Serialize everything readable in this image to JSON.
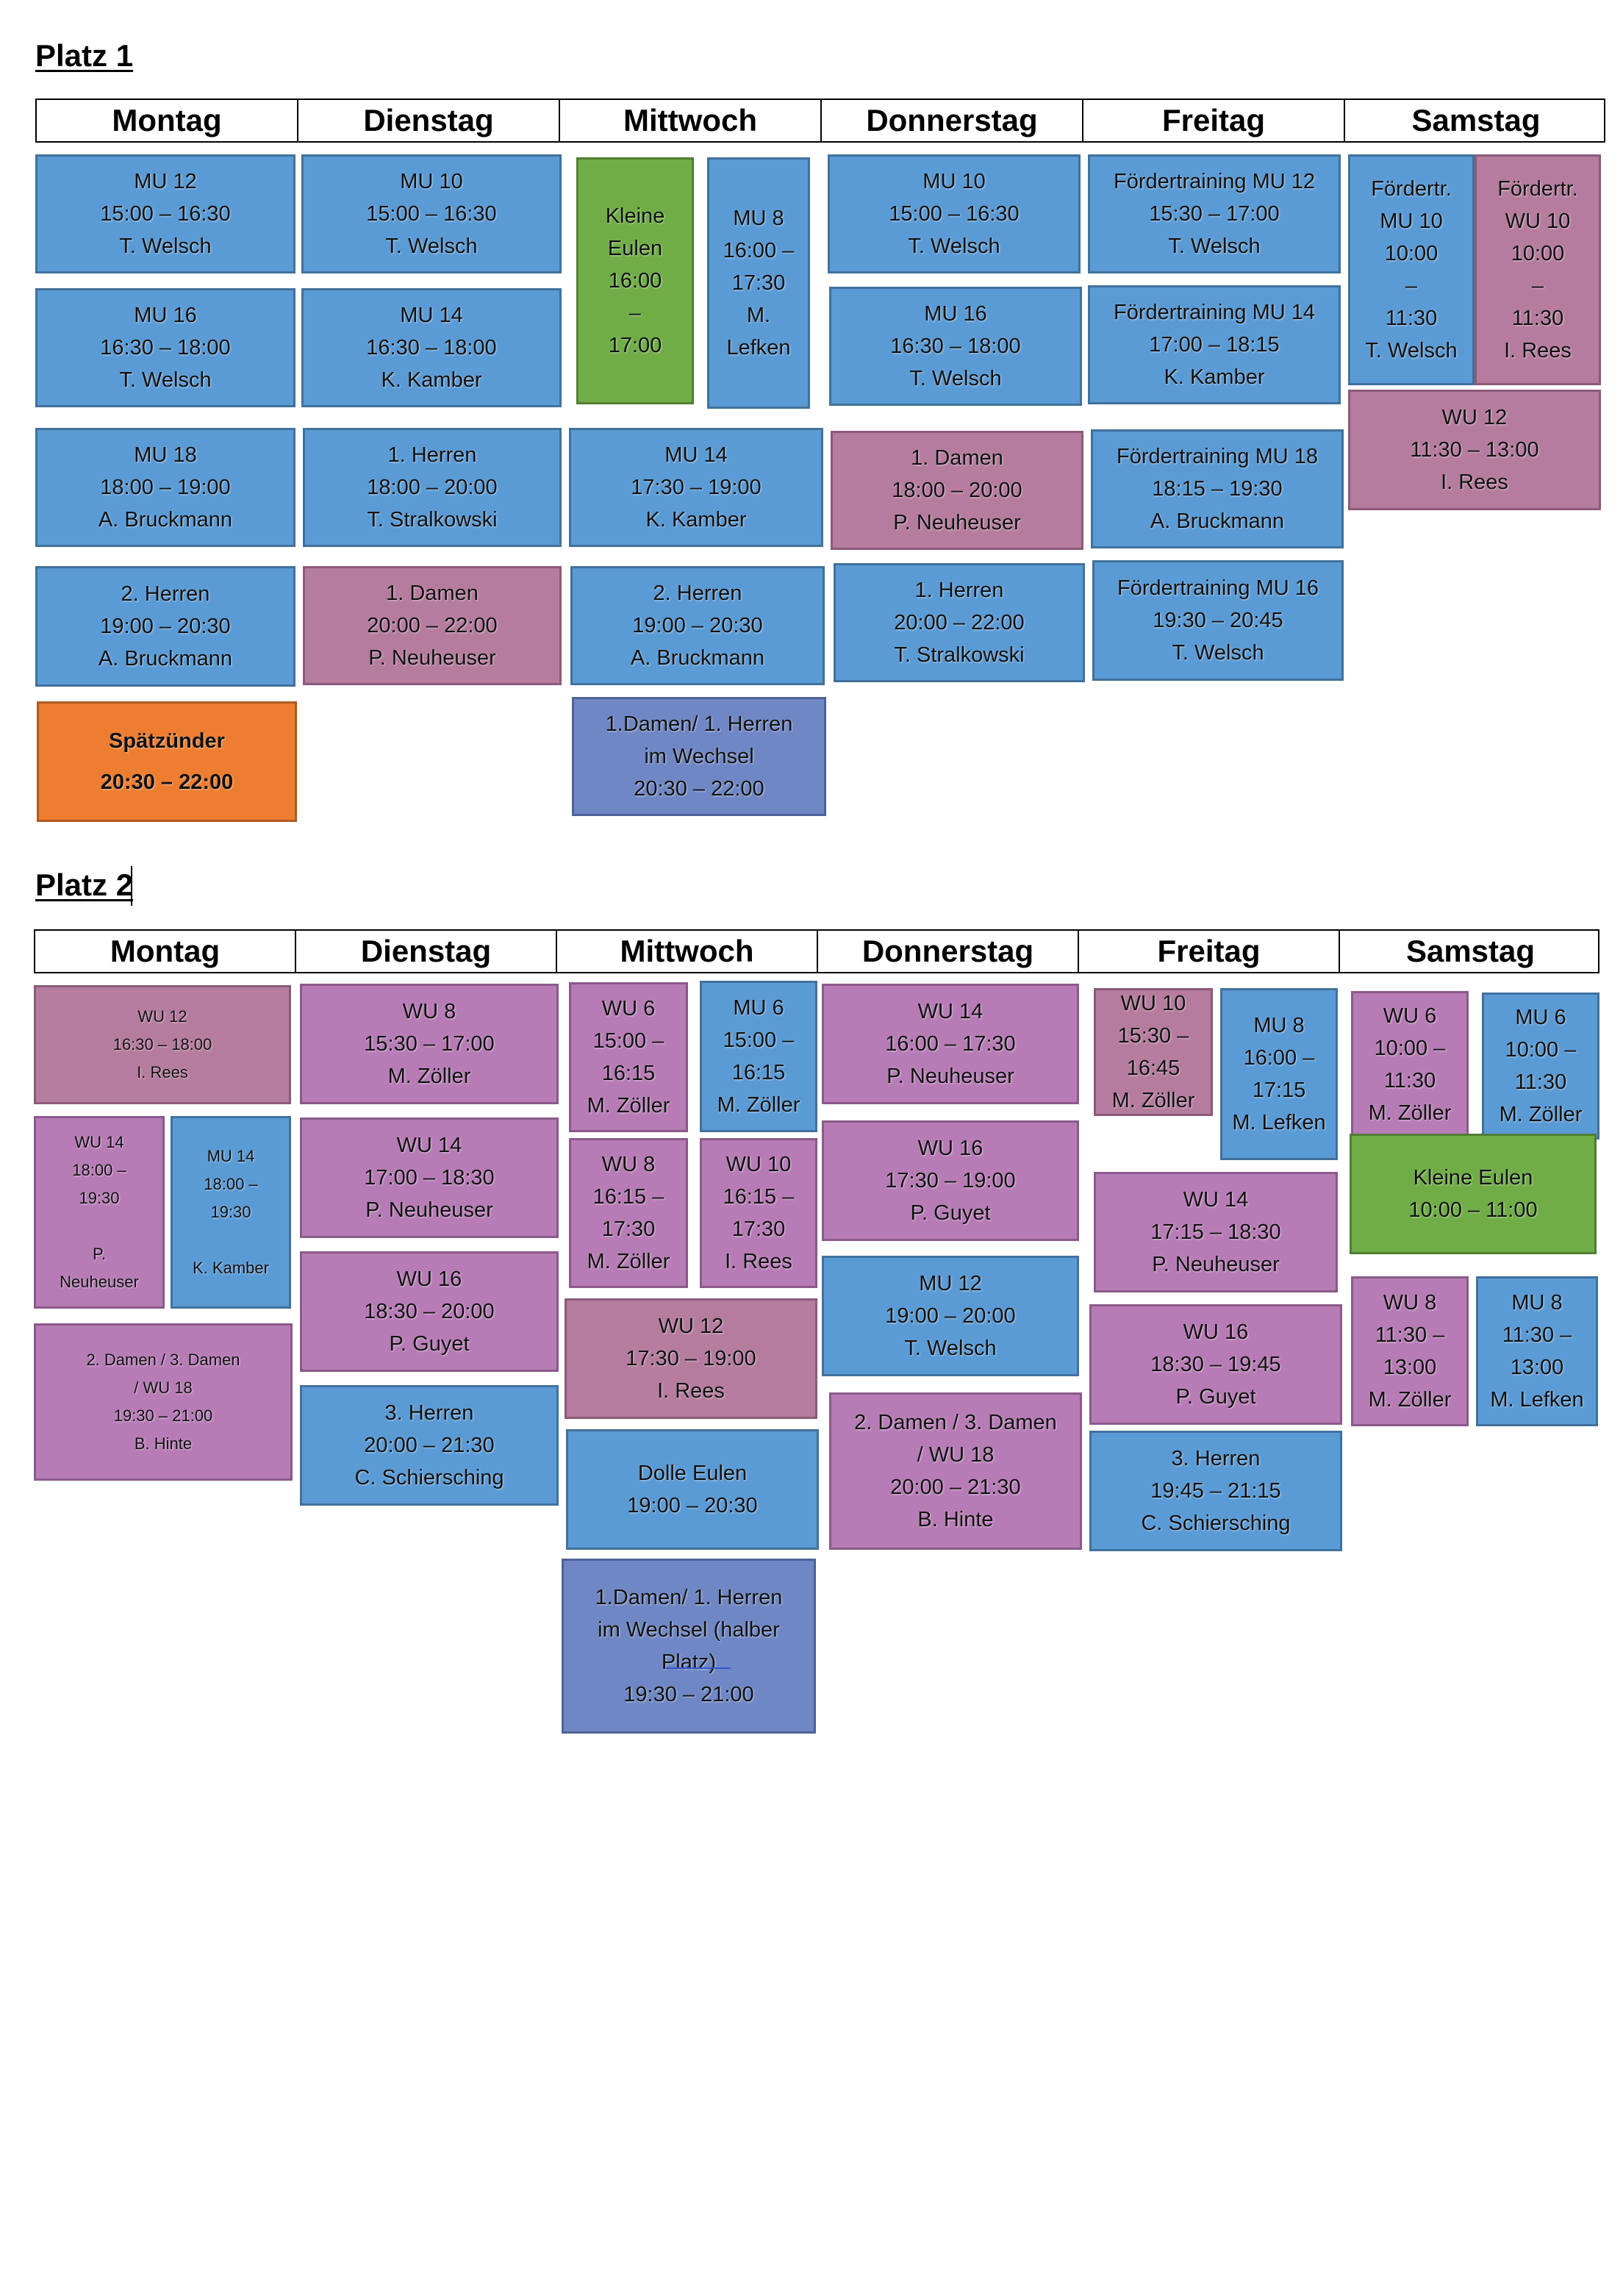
{
  "days": [
    "Montag",
    "Dienstag",
    "Mittwoch",
    "Donnerstag",
    "Freitag",
    "Samstag"
  ],
  "platz1": {
    "title": "Platz 1",
    "blocks": {
      "mo1": [
        "MU 12",
        "15:00 – 16:30",
        "T. Welsch"
      ],
      "mo2": [
        "MU 16",
        "16:30 – 18:00",
        "T. Welsch"
      ],
      "mo3": [
        "MU 18",
        "18:00 – 19:00",
        "A. Bruckmann"
      ],
      "mo4": [
        "2. Herren",
        "19:00 – 20:30",
        "A. Bruckmann"
      ],
      "mo5": [
        "Spätzünder",
        "20:30 – 22:00"
      ],
      "di1": [
        "MU 10",
        "15:00 – 16:30",
        "T. Welsch"
      ],
      "di2": [
        "MU 14",
        "16:30 – 18:00",
        "K. Kamber"
      ],
      "di3": [
        "1. Herren",
        "18:00 – 20:00",
        "T. Stralkowski"
      ],
      "di4": [
        "1. Damen",
        "20:00 – 22:00",
        "P. Neuheuser"
      ],
      "mi1": [
        "Kleine",
        "Eulen",
        "16:00",
        "–",
        "17:00"
      ],
      "mi2": [
        "MU 8",
        "16:00 –",
        "17:30",
        "M.",
        "Lefken"
      ],
      "mi3": [
        "MU 14",
        "17:30 – 19:00",
        "K. Kamber"
      ],
      "mi4": [
        "2. Herren",
        "19:00 – 20:30",
        "A. Bruckmann"
      ],
      "mi5": [
        "1.Damen/ 1. Herren",
        "im Wechsel",
        "20:30 – 22:00"
      ],
      "do1": [
        "MU 10",
        "15:00 – 16:30",
        "T. Welsch"
      ],
      "do2": [
        "MU 16",
        "16:30 – 18:00",
        "T. Welsch"
      ],
      "do3": [
        "1. Damen",
        "18:00 – 20:00",
        "P. Neuheuser"
      ],
      "do4": [
        "1. Herren",
        "20:00 – 22:00",
        "T. Stralkowski"
      ],
      "fr1": [
        "Fördertraining MU 12",
        "15:30 – 17:00",
        "T. Welsch"
      ],
      "fr2": [
        "Fördertraining MU 14",
        "17:00 – 18:15",
        "K. Kamber"
      ],
      "fr3": [
        "Fördertraining MU 18",
        "18:15 – 19:30",
        "A. Bruckmann"
      ],
      "fr4": [
        "Fördertraining MU 16",
        "19:30 – 20:45",
        "T. Welsch"
      ],
      "sa1": [
        "Fördertr.",
        "MU 10",
        "10:00",
        "–",
        "11:30",
        "T. Welsch"
      ],
      "sa2": [
        "Fördertr.",
        "WU 10",
        "10:00",
        "–",
        "11:30",
        "I. Rees"
      ],
      "sa3": [
        "WU 12",
        "11:30 – 13:00",
        "I. Rees"
      ]
    }
  },
  "platz2": {
    "title": "Platz 2",
    "blocks": {
      "mo1": [
        "WU 12",
        "16:30 – 18:00",
        "I. Rees"
      ],
      "mo2": [
        "WU 14",
        "18:00 –",
        "19:30",
        "",
        "P.",
        "Neuheuser"
      ],
      "mo3": [
        "MU 14",
        "18:00 –",
        "19:30",
        "",
        "K. Kamber"
      ],
      "mo4": [
        "2. Damen / 3. Damen",
        "/ WU 18",
        "19:30 – 21:00",
        "B. Hinte"
      ],
      "di1": [
        "WU 8",
        "15:30 – 17:00",
        "M. Zöller"
      ],
      "di2": [
        "WU 14",
        "17:00 – 18:30",
        "P. Neuheuser"
      ],
      "di3": [
        "WU 16",
        "18:30 – 20:00",
        "P. Guyet"
      ],
      "di4": [
        "3. Herren",
        "20:00 – 21:30",
        "C. Schiersching"
      ],
      "mi1": [
        "WU 6",
        "15:00 –",
        "16:15",
        "M. Zöller"
      ],
      "mi2": [
        "MU 6",
        "15:00 –",
        "16:15",
        "M. Zöller"
      ],
      "mi3": [
        "WU 8",
        "16:15 –",
        "17:30",
        "M. Zöller"
      ],
      "mi4": [
        "WU 10",
        "16:15 –",
        "17:30",
        "I. Rees"
      ],
      "mi5": [
        "WU 12",
        "17:30 – 19:00",
        "I. Rees"
      ],
      "mi6": [
        "Dolle Eulen",
        "19:00 – 20:30"
      ],
      "mi7": [
        "1.Damen/ 1. Herren",
        "im Wechsel (halber",
        "Platz)",
        "19:30 – 21:00"
      ],
      "do1": [
        "WU 14",
        "16:00 – 17:30",
        "P. Neuheuser"
      ],
      "do2": [
        "WU 16",
        "17:30 – 19:00",
        "P. Guyet"
      ],
      "do3": [
        "MU 12",
        "19:00 – 20:00",
        "T. Welsch"
      ],
      "do4": [
        "2. Damen / 3. Damen",
        "/ WU 18",
        "20:00 – 21:30",
        "B. Hinte"
      ],
      "fr1": [
        "WU 10",
        "15:30 –",
        "16:45",
        "M. Zöller"
      ],
      "fr2": [
        "MU 8",
        "16:00 –",
        "17:15",
        "M. Lefken"
      ],
      "fr3": [
        "WU 14",
        "17:15 – 18:30",
        "P. Neuheuser"
      ],
      "fr4": [
        "WU 16",
        "18:30 – 19:45",
        "P. Guyet"
      ],
      "fr5": [
        "3. Herren",
        "19:45 – 21:15",
        "C. Schiersching"
      ],
      "sa1": [
        "WU 6",
        "10:00 –",
        "11:30",
        "M. Zöller"
      ],
      "sa2": [
        "MU 6",
        "10:00 –",
        "11:30",
        "M. Zöller"
      ],
      "sa3": [
        "Kleine Eulen",
        "10:00 – 11:00"
      ],
      "sa4": [
        "WU 8",
        "11:30 –",
        "13:00",
        "M. Zöller"
      ],
      "sa5": [
        "MU 8",
        "11:30 –",
        "13:00",
        "M. Lefken"
      ]
    }
  }
}
